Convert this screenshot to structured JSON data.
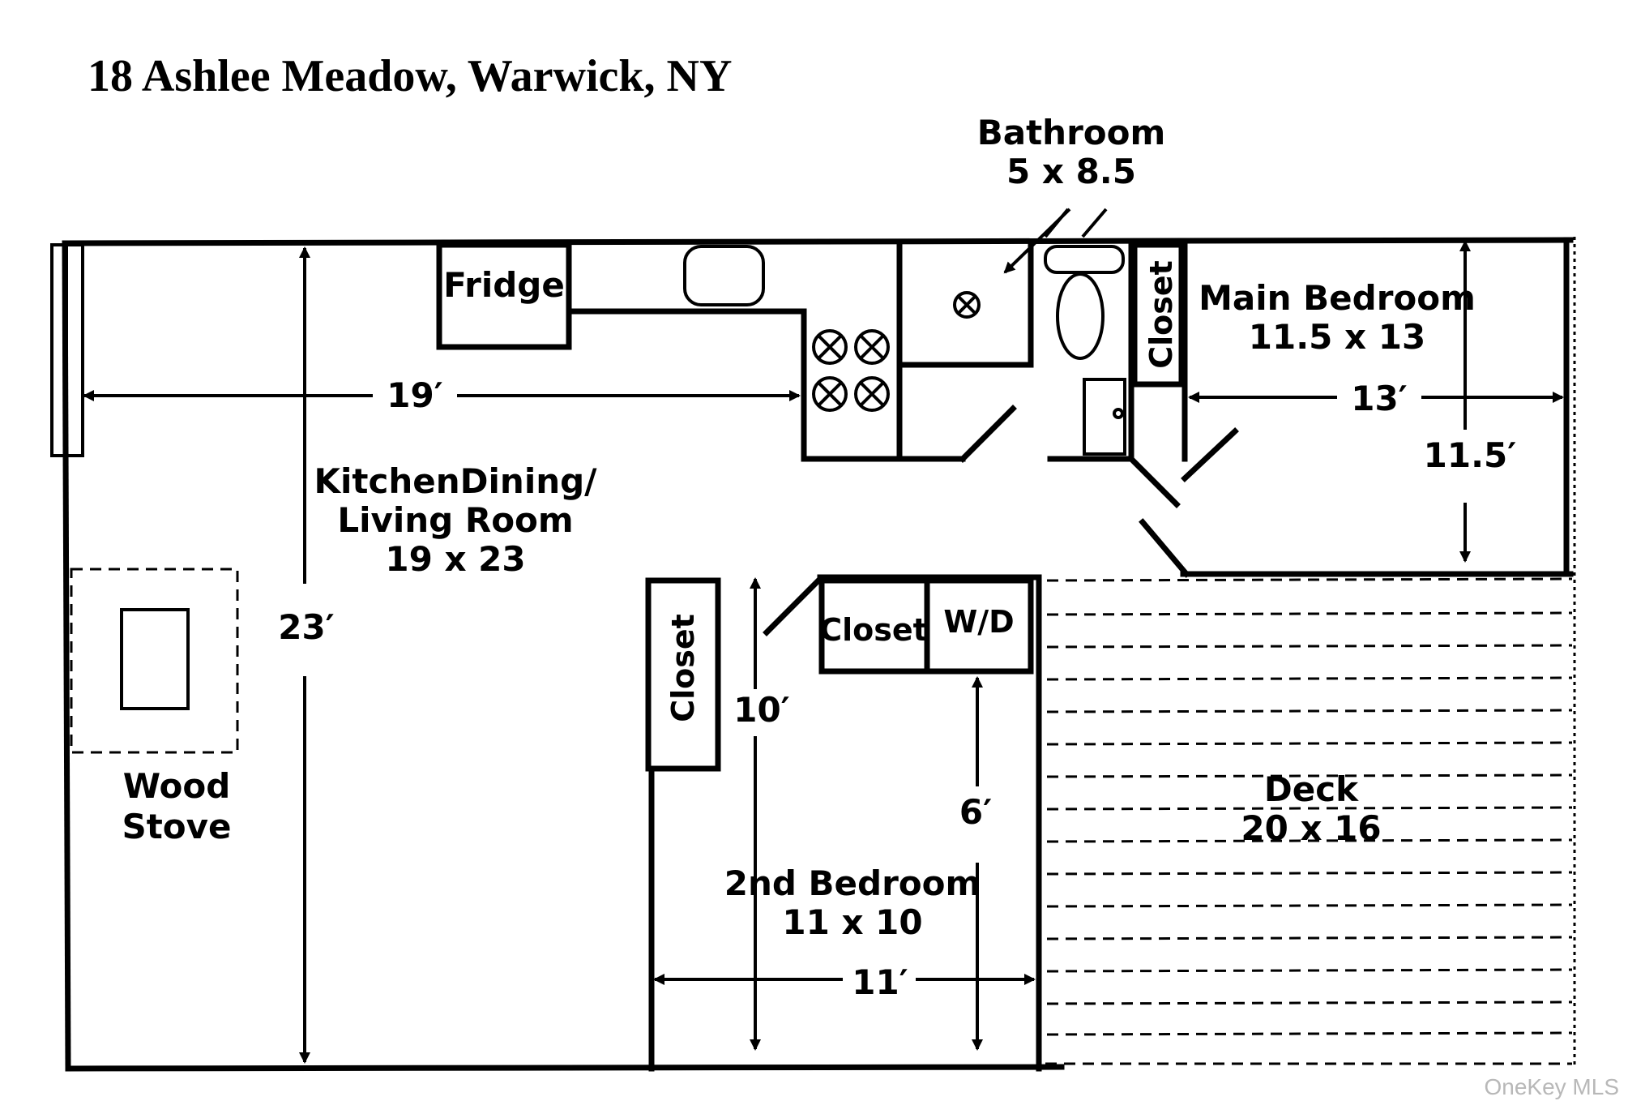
{
  "title": "18 Ashlee Meadow, Warwick, NY",
  "rooms": {
    "bathroom": {
      "name": "Bathroom",
      "size": "5 x 8.5"
    },
    "main_bedroom": {
      "name": "Main Bedroom",
      "size": "11.5 x 13"
    },
    "kitchen": {
      "name_line1": "KitchenDining/",
      "name_line2": "Living Room",
      "size": "19 x 23"
    },
    "wood_stove": {
      "line1": "Wood",
      "line2": "Stove"
    },
    "second_bedroom": {
      "name": "2nd Bedroom",
      "size": "11 x 10"
    },
    "deck": {
      "name": "Deck",
      "size": "20 x 16"
    }
  },
  "fixtures": {
    "fridge": "Fridge",
    "closet": "Closet",
    "washer_dryer": "W/D"
  },
  "dimensions": {
    "kitchen_width": "19′",
    "kitchen_length": "23′",
    "main_bedroom_width": "13′",
    "main_bedroom_length": "11.5′",
    "second_bedroom_length": "10′",
    "second_bedroom_partial": "6′",
    "second_bedroom_width": "11′"
  },
  "watermark": "OneKey MLS"
}
